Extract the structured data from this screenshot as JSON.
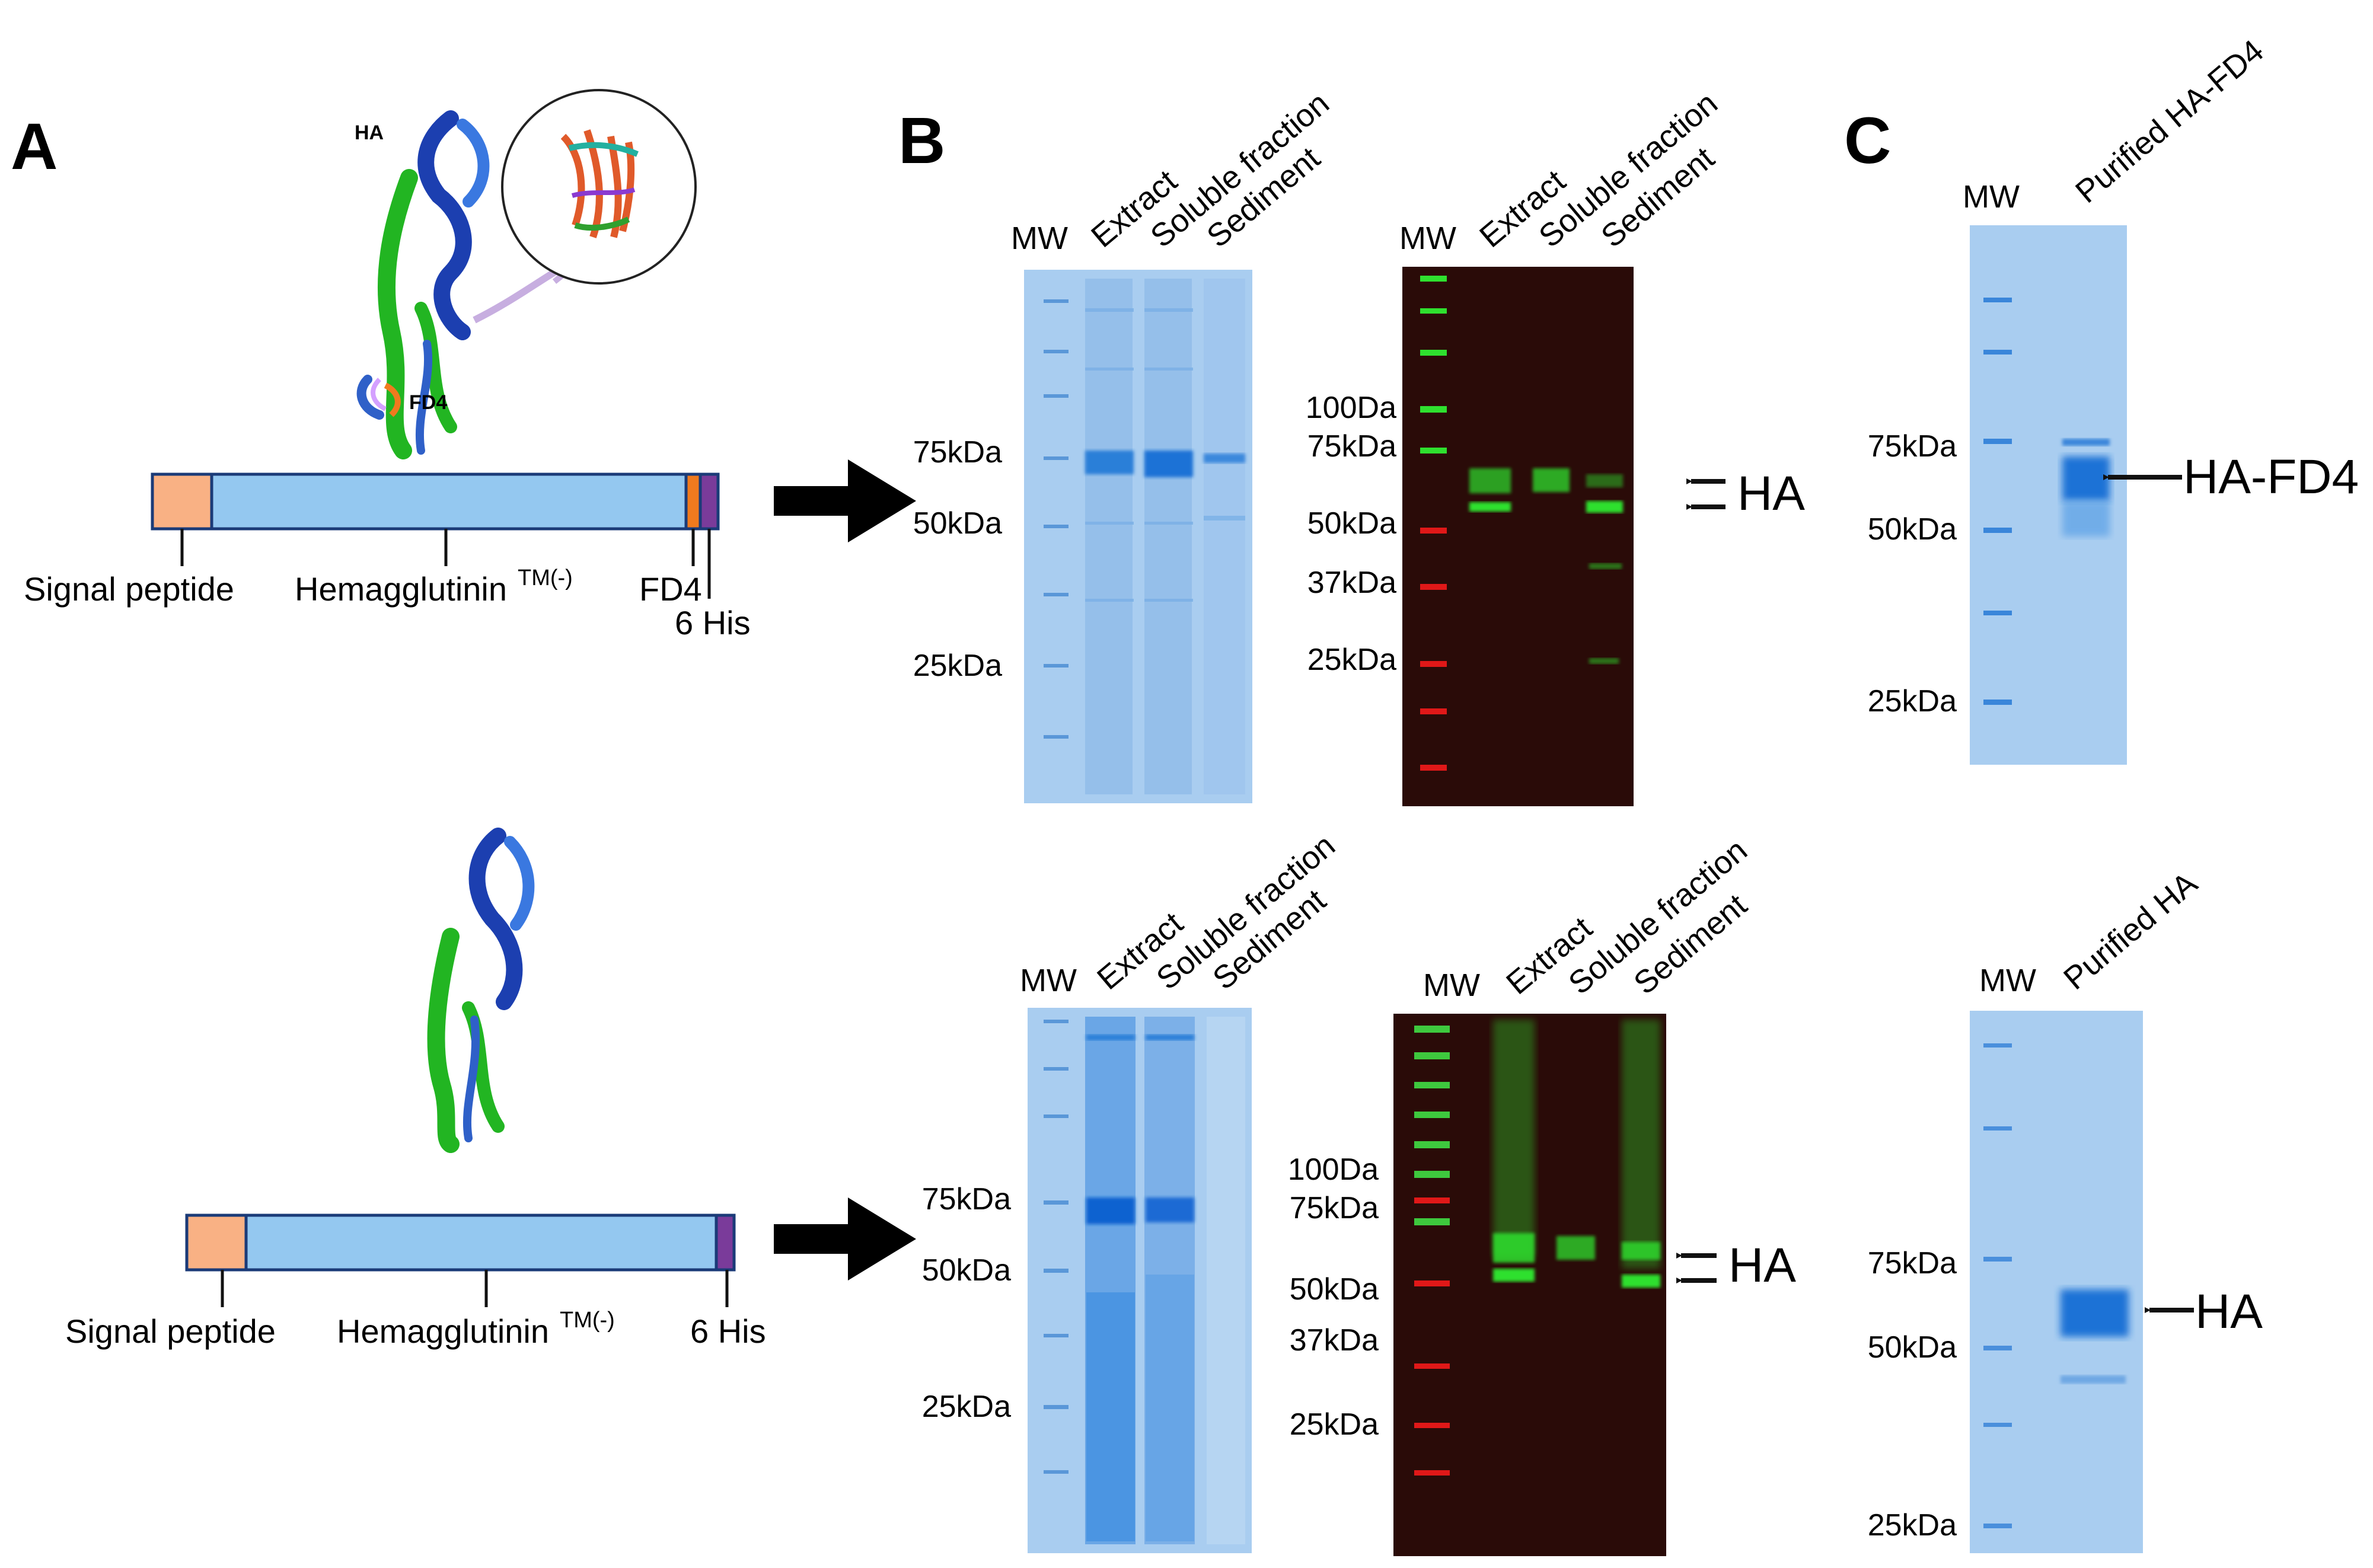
{
  "panels": {
    "A": {
      "letter": "A",
      "top": {
        "label_ha": "HA",
        "label_fd4": "FD4",
        "construct": [
          "Signal peptide",
          "Hemagglutinin",
          "FD4",
          "6 His"
        ],
        "superscript": "TM(-)"
      },
      "bottom": {
        "construct": [
          "Signal peptide",
          "Hemagglutinin",
          "6 His"
        ],
        "superscript": "TM(-)"
      }
    },
    "B": {
      "letter": "B",
      "top_coomassie": {
        "lanes": [
          "MW",
          "Extract",
          "Soluble fraction",
          "Sediment"
        ],
        "markers": [
          "75kDa",
          "50kDa",
          "25kDa"
        ]
      },
      "top_western": {
        "lanes": [
          "MW",
          "Extract",
          "Soluble fraction",
          "Sediment"
        ],
        "markers": [
          "100Da",
          "75kDa",
          "50kDa",
          "37kDa",
          "25kDa"
        ],
        "arrow_label": "HA"
      },
      "bottom_coomassie": {
        "lanes": [
          "MW",
          "Extract",
          "Soluble fraction",
          "Sediment"
        ],
        "markers": [
          "75kDa",
          "50kDa",
          "25kDa"
        ]
      },
      "bottom_western": {
        "lanes": [
          "MW",
          "Extract",
          "Soluble fraction",
          "Sediment"
        ],
        "markers": [
          "100Da",
          "75kDa",
          "50kDa",
          "37kDa",
          "25kDa"
        ],
        "arrow_label": "HA"
      }
    },
    "C": {
      "letter": "C",
      "top": {
        "lanes": [
          "MW",
          "Purified HA-FD4"
        ],
        "markers": [
          "75kDa",
          "50kDa",
          "25kDa"
        ],
        "arrow_label": "HA-FD4"
      },
      "bottom": {
        "lanes": [
          "MW",
          "Purified HA"
        ],
        "markers": [
          "75kDa",
          "50kDa",
          "25kDa"
        ],
        "arrow_label": "HA"
      }
    }
  },
  "colors": {
    "signal_peptide": "#f9b184",
    "hemagglutinin": "#94c8f0",
    "fd4": "#f07a1e",
    "his": "#7a3b9a",
    "gel_blue": "#a9cdf0",
    "band_blue": "#2b7fd8",
    "western_bg": "#2a0b08",
    "western_green": "#2fe02f",
    "western_red": "#e01818"
  }
}
